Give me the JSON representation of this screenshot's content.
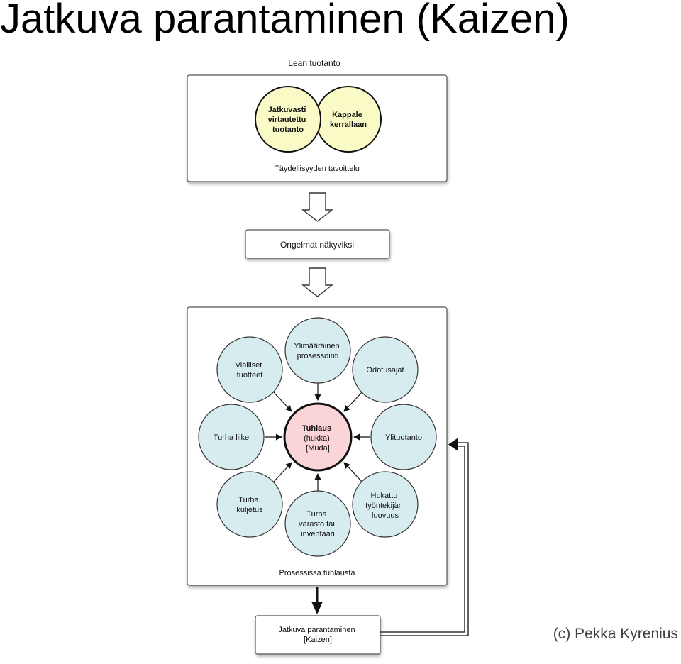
{
  "title": "Jatkuva parantaminen (Kaizen)",
  "credit": "(c) Pekka Kyrenius",
  "top_section": {
    "heading": "Lean tuotanto",
    "left_circle": [
      "Jatkuvasti",
      "virtautettu",
      "tuotanto"
    ],
    "right_circle": [
      "Kappale",
      "kerrallaan"
    ],
    "footer": "Täydellisyyden tavoittelu"
  },
  "middle_box": "Ongelmat näkyviksi",
  "waste_section": {
    "center": [
      "Tuhlaus",
      "(hukka)",
      "[Muda]"
    ],
    "items": {
      "top": [
        "Ylimääräinen",
        "prosessointi"
      ],
      "top_right": [
        "Odotusajat"
      ],
      "right": [
        "Ylituotanto"
      ],
      "bottom_right": [
        "Hukattu",
        "työntekijän",
        "luovuus"
      ],
      "bottom": [
        "Turha",
        "varasto tai",
        "inventaari"
      ],
      "bottom_left": [
        "Turha",
        "kuljetus"
      ],
      "left": [
        "Turha liike"
      ],
      "top_left": [
        "Vialliset",
        "tuotteet"
      ]
    },
    "footer": "Prosessissa tuhlausta"
  },
  "bottom_box": [
    "Jatkuva parantaminen",
    "[Kaizen]"
  ],
  "colors": {
    "yellow_circle": "#fafac6",
    "blue_circle": "#d6ecef",
    "pink_center": "#fbd4d8",
    "panel_border": "#555555"
  }
}
